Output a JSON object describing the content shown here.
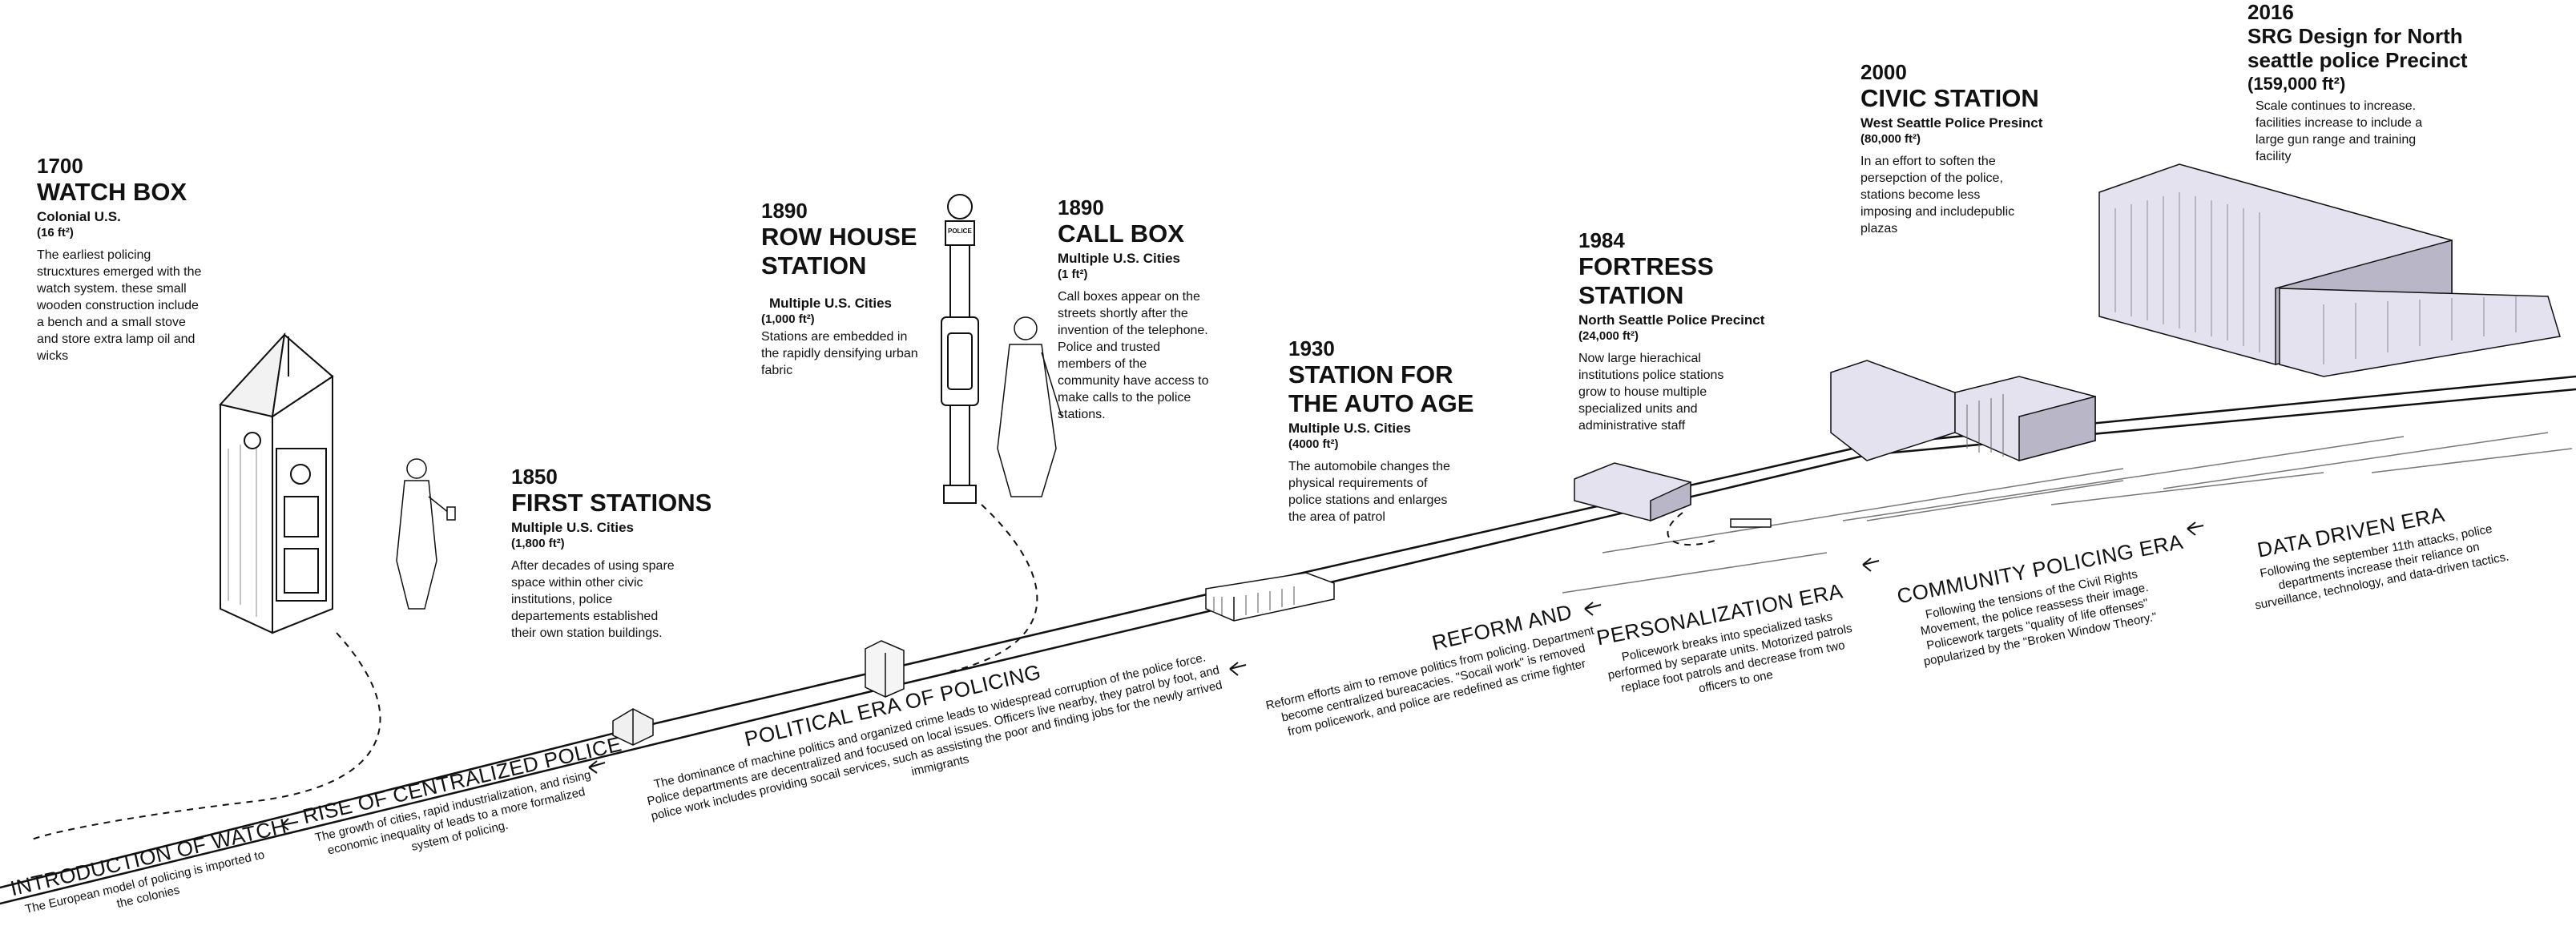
{
  "stations": [
    {
      "year": "1700",
      "title": "WATCH BOX",
      "subtitle": "Colonial U.S.",
      "area": "(16 ft²)",
      "description": "The earliest policing strucxtures emerged with the watch system. these small wooden construction include a bench and a small stove and store extra lamp oil and wicks"
    },
    {
      "year": "1850",
      "title": "FIRST STATIONS",
      "subtitle": "Multiple U.S. Cities",
      "area": "(1,800 ft²)",
      "description": "After decades of using spare space within other civic institutions, police departements established their own station buildings."
    },
    {
      "year": "1890",
      "title": "ROW HOUSE STATION",
      "subtitle": "Multiple U.S. Cities",
      "area": "(1,000 ft²)",
      "description": "Stations are embedded in the rapidly densifying urban fabric"
    },
    {
      "year": "1890",
      "title": "CALL BOX",
      "subtitle": "Multiple U.S. Cities",
      "area": "(1 ft²)",
      "description": "Call boxes appear on the streets shortly after the invention of the telephone. Police and trusted members of the community have access to make calls to the police stations."
    },
    {
      "year": "1930",
      "title": "STATION FOR THE AUTO AGE",
      "subtitle": "Multiple U.S. Cities",
      "area": "(4000 ft²)",
      "description": "The automobile changes the physical requirements of police stations and enlarges the area of patrol"
    },
    {
      "year": "1984",
      "title": "FORTRESS STATION",
      "subtitle": "North Seattle Police Precinct",
      "area": "(24,000 ft²)",
      "description": "Now large hierachical institutions police stations grow to house multiple specialized units and administrative staff"
    },
    {
      "year": "2000",
      "title": "CIVIC STATION",
      "subtitle": "West Seattle Police Presinct",
      "area": "(80,000 ft²)",
      "description": "In an effort to soften the persepction of the police, stations become less imposing and includepublic plazas"
    },
    {
      "year": "2016",
      "title": "SRG Design for North seattle police Precinct",
      "subtitle": "",
      "area": "(159,000 ft²)",
      "description": "Scale continues to increase. facilities increase to include a large gun range and training facility"
    }
  ],
  "eras": [
    {
      "name": "INTRODUCTION OF WATCH",
      "description": "The European model of policing is imported to the colonies"
    },
    {
      "name": "RISE OF CENTRALIZED POLICE",
      "description": "The growth of cities, rapid industrialization, and rising economic inequality of leads to a more formalized system of policing."
    },
    {
      "name": "POLITICAL ERA OF POLICING",
      "description": "The dominance of machine politics and organized crime leads to widespread corruption of the police force. Police departments are decentralized and focused on local issues. Officers live nearby, they patrol by foot, and police work includes providing socail services, such as assisting the poor and finding jobs for the newly arrived immigrants"
    },
    {
      "name": "REFORM AND",
      "description": "Reform efforts aim to remove politics from policing. Department become centralized bureacacies. \"Socail work\" is removed from policework, and police are redefined as crime fighter"
    },
    {
      "name": "PERSONALIZATION ERA",
      "description": "Policework breaks into specialized tasks performed by separate units. Motorized patrols replace foot patrols and decrease from two officers to one"
    },
    {
      "name": "COMMUNITY POLICING ERA",
      "description": "Following the tensions of the Civil Rights Movement, the police reassess their image. Policework targets \"quality of life offenses\" popularized by the \"Broken Window Theory.\""
    },
    {
      "name": "DATA DRIVEN ERA",
      "description": "Following the september 11th attacks, police departments increase their reliance on surveillance, technology, and data-driven tactics."
    }
  ],
  "callbox_sign": "POLICE",
  "colors": {
    "ink": "#111111",
    "building_fill": "#e4e2ee",
    "building_dark": "#b9b6c8",
    "paper": "#ffffff"
  }
}
